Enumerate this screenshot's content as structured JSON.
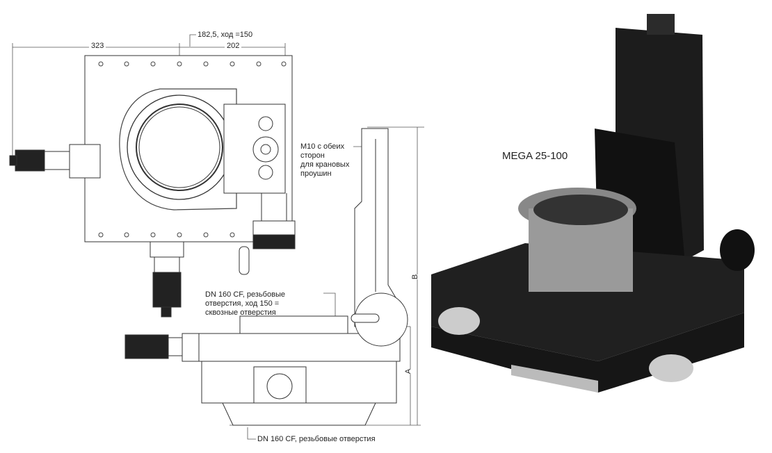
{
  "dimensions": {
    "left_width": "323",
    "right_width": "202",
    "center_offset": "182,5, ход =150",
    "height_b": "B",
    "height_a": "A"
  },
  "annotations": {
    "m10": [
      "M10 с обеих",
      "сторон",
      "для крановых",
      "проушин"
    ],
    "flange_top": [
      "DN 160 CF, резьбовые",
      "отверстия, ход 150 =",
      "сквозные отверстия"
    ],
    "flange_bottom": "DN 160 CF, резьбовые отверстия"
  },
  "product": {
    "name": "MEGA 25-100"
  }
}
